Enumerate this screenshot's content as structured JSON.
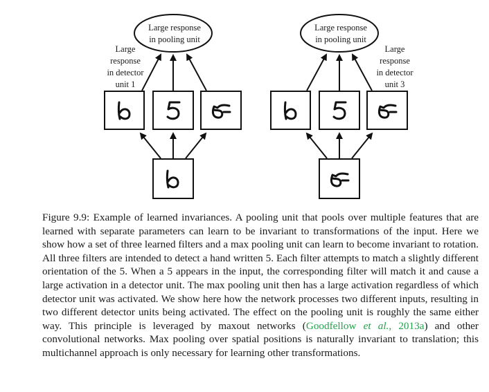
{
  "figure": {
    "pooling_label": [
      "Large response",
      "in pooling unit"
    ],
    "left_note": [
      "Large",
      "response",
      "in detector",
      "unit 1"
    ],
    "right_note": [
      "Large",
      "response",
      "in detector",
      "unit 3"
    ]
  },
  "caption": {
    "before_cite": "Figure 9.9: Example of learned invariances. A pooling unit that pools over multiple features that are learned with separate parameters can learn to be invariant to transformations of the input. Here we show how a set of three learned filters and a max pooling unit can learn to become invariant to rotation. All three filters are intended to detect a hand written 5. Each filter attempts to match a slightly different orientation of the 5. When a 5 appears in the input, the corresponding filter will match it and cause a large activation in a detector unit. The max pooling unit then has a large activation regardless of which detector unit was activated. We show here how the network processes two different inputs, resulting in two different detector units being activated. The effect on the pooling unit is roughly the same either way. This principle is leveraged by maxout networks (",
    "cite_author": "Goodfellow ",
    "cite_etal": "et al.",
    "cite_year": ", 2013a",
    "after_cite": ") and other convolutional networks. Max pooling over spatial positions is naturally invariant to translation; this multichannel approach is only necessary for learning other transformations."
  },
  "colors": {
    "citation": "#22a34a",
    "ink": "#1a1a1a"
  }
}
